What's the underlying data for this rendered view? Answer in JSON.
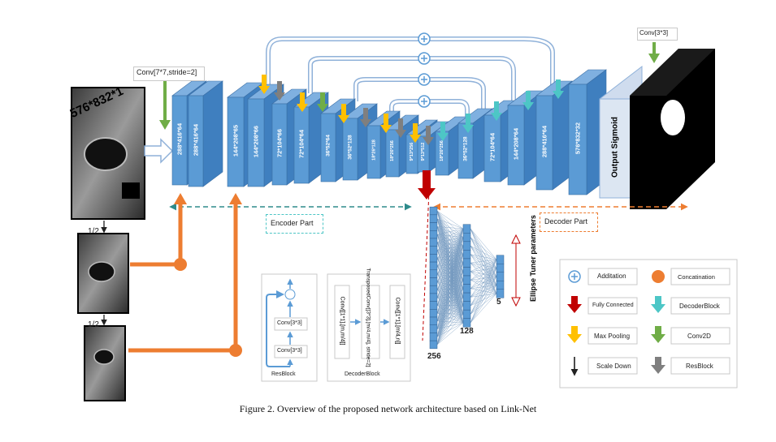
{
  "figure": {
    "caption": "Figure 2. Overview of the proposed network architecture based on Link-Net",
    "input_size": "576*832*1",
    "first_conv": "Conv[7*7,stride=2]",
    "last_conv": "Conv[3*3]",
    "scale_labels": [
      "1/2",
      "1/2"
    ],
    "encoder_label": "Encoder Part",
    "decoder_label": "Decoder Part",
    "output_label": "Output Sigmoid",
    "layers": [
      "288*416*64",
      "288*416*64",
      "144*208*65",
      "144*208*66",
      "72*104*66",
      "72*104*64",
      "36*52*64",
      "36*52*128",
      "18*26*128",
      "18*26*256",
      "9*13*256",
      "9*13*512",
      "18*26*256",
      "36*52*128",
      "72*104*64",
      "144*208*64",
      "288*416*64",
      "576*832*32"
    ],
    "fc": {
      "sizes": [
        "256",
        "128",
        "5"
      ],
      "label": "Ellipse Tuner parameters"
    },
    "resblock": {
      "title": "ResBlock",
      "conv1": "Conv[3*3]",
      "conv2": "Conv[3*3]"
    },
    "decoderblock": {
      "title": "DecoderBlock",
      "conv1": "Conv[[1*1],[m,m/4]]",
      "tconv": "TransposedConv[[3*3],[m/4,m/4], stride=2]",
      "conv2": "Conv[[1*1],[m/4,n]]"
    },
    "legend": {
      "addition": "Additation",
      "concat": "Concatination",
      "fc": "Fully Connected",
      "decoderblock": "DecoderBlock",
      "maxpool": "Max Pooling",
      "conv2d": "Conv2D",
      "scaledown": "Scale Down",
      "resblock": "ResBlock"
    },
    "colors": {
      "layer_blue": "#5b9bd5",
      "orange": "#ed7d31",
      "green": "#70ad47",
      "yellow": "#ffc000",
      "teal": "#4dc6c6",
      "gray": "#7f7f7f",
      "red": "#c00000"
    }
  }
}
